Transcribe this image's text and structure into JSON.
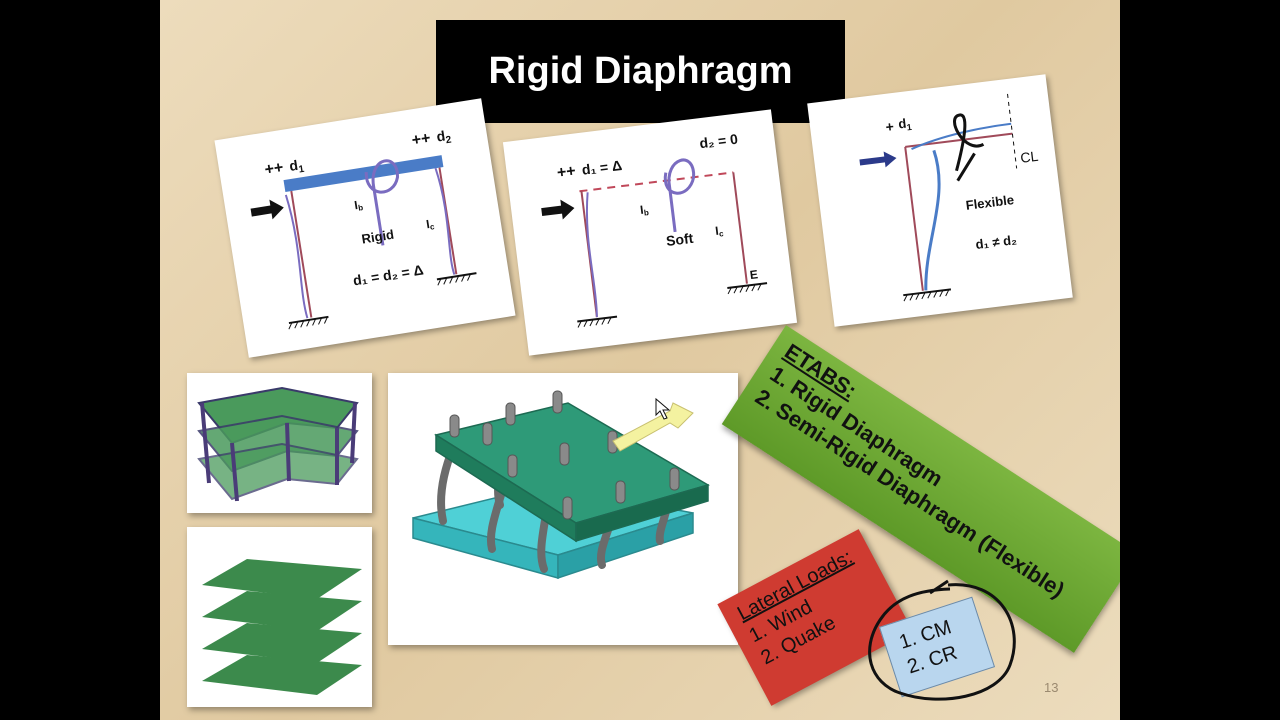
{
  "slide": {
    "title": "Rigid Diaphragm",
    "page_number": "13"
  },
  "frames": {
    "rigid": {
      "d1": "d",
      "d1_sub": "1",
      "d2": "d",
      "d2_sub": "2",
      "beam": "I",
      "beam_sub": "b",
      "col": "I",
      "col_sub": "c",
      "label": "Rigid",
      "equation": "d₁ = d₂ = Δ"
    },
    "soft": {
      "d1": "d₁ = Δ",
      "d2": "d₂ = 0",
      "beam": "I",
      "beam_sub": "b",
      "col": "I",
      "col_sub": "c",
      "label": "Soft",
      "support": "E"
    },
    "flexible": {
      "d1": "d",
      "d1_sub": "1",
      "cl": "CL",
      "label": "Flexible",
      "equation": "d₁ ≠ d₂"
    }
  },
  "etabs": {
    "heading": "ETABS:",
    "items": [
      "1. Rigid Diaphragm",
      "2. Semi-Rigid Diaphragm (Flexible)"
    ]
  },
  "lateral": {
    "heading": "Lateral Loads:",
    "items": [
      "1. Wind",
      "2. Quake"
    ]
  },
  "center": {
    "items": [
      "1. CM",
      "2. CR"
    ]
  },
  "colors": {
    "beam_blue": "#4a7cc7",
    "column_red": "#a04a5a",
    "deflect_purple": "#7a6cc0",
    "slab_green": "#4a9a5c",
    "base_cyan": "#4fd0d6",
    "etabs_green": "#6aa832",
    "lateral_red": "#cf3b31"
  }
}
